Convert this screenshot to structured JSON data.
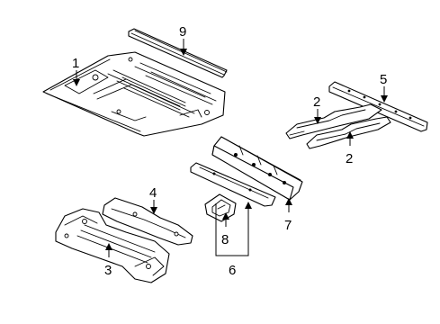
{
  "diagram": {
    "callouts": [
      {
        "key": "1",
        "label": "1"
      },
      {
        "key": "2a",
        "label": "2"
      },
      {
        "key": "2b",
        "label": "2"
      },
      {
        "key": "3",
        "label": "3"
      },
      {
        "key": "4",
        "label": "4"
      },
      {
        "key": "5",
        "label": "5"
      },
      {
        "key": "6",
        "label": "6"
      },
      {
        "key": "7",
        "label": "7"
      },
      {
        "key": "8",
        "label": "8"
      },
      {
        "key": "9",
        "label": "9"
      }
    ]
  }
}
